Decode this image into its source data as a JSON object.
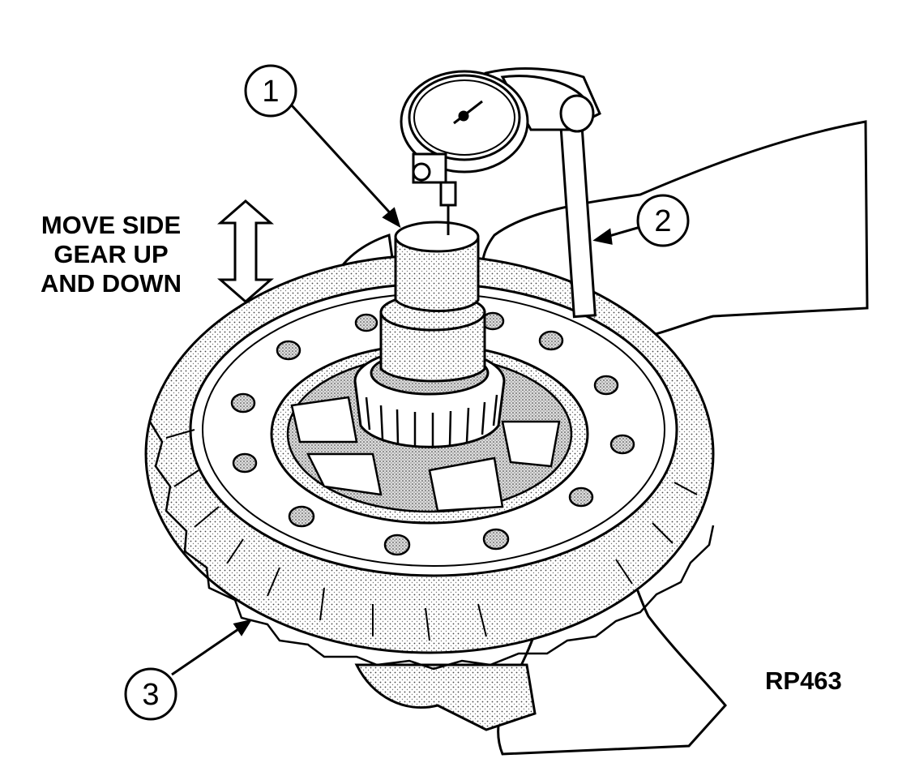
{
  "instruction": {
    "line1": "MOVE SIDE",
    "line2": "GEAR UP",
    "line3": "AND DOWN"
  },
  "callouts": [
    {
      "number": "1",
      "part": "dial-indicator-plunger"
    },
    {
      "number": "2",
      "part": "dial-indicator-mount"
    },
    {
      "number": "3",
      "part": "ring-gear"
    }
  ],
  "figure_code": "RP463",
  "colors": {
    "ink": "#000000",
    "paper": "#ffffff",
    "stipple": "#cfcfcf"
  }
}
